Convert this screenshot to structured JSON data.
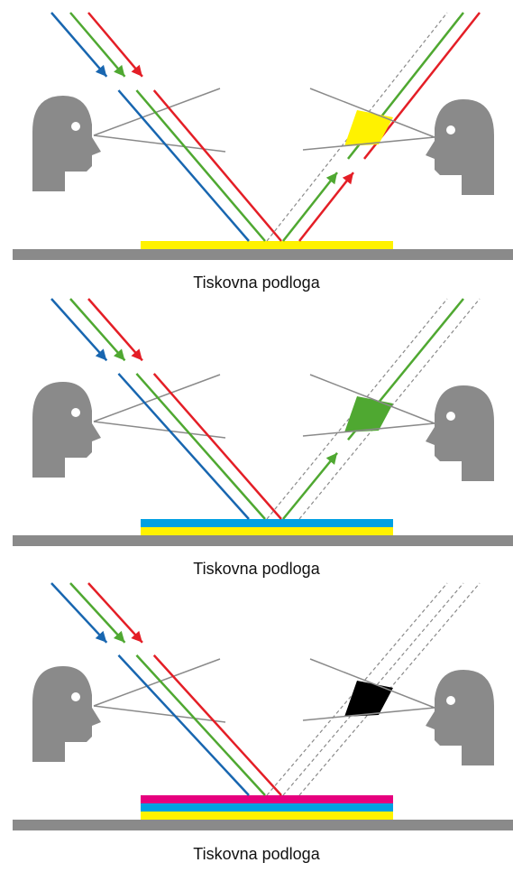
{
  "colors": {
    "red": "#e41e26",
    "green": "#4fa831",
    "blue": "#1866b0",
    "yellow": "#fff200",
    "magenta": "#e6007e",
    "cyan": "#00a0e3",
    "black": "#000000",
    "head": "#8a8a8a",
    "ground": "#8a8a8a",
    "dashed": "#8a8a8a"
  },
  "panels": [
    {
      "caption": "Tiskovna podloga",
      "ink_layers": [
        "yellow"
      ],
      "reflected": [
        "green",
        "red"
      ],
      "absorbed": [
        "blue"
      ],
      "perceived_color": "yellow"
    },
    {
      "caption": "Tiskovna podloga",
      "ink_layers": [
        "cyan",
        "yellow"
      ],
      "reflected": [
        "green"
      ],
      "absorbed": [
        "blue",
        "red"
      ],
      "perceived_color": "green"
    },
    {
      "caption": "Tiskovna podloga",
      "ink_layers": [
        "magenta",
        "cyan",
        "yellow"
      ],
      "reflected": [],
      "absorbed": [
        "blue",
        "green",
        "red"
      ],
      "perceived_color": "black"
    }
  ]
}
